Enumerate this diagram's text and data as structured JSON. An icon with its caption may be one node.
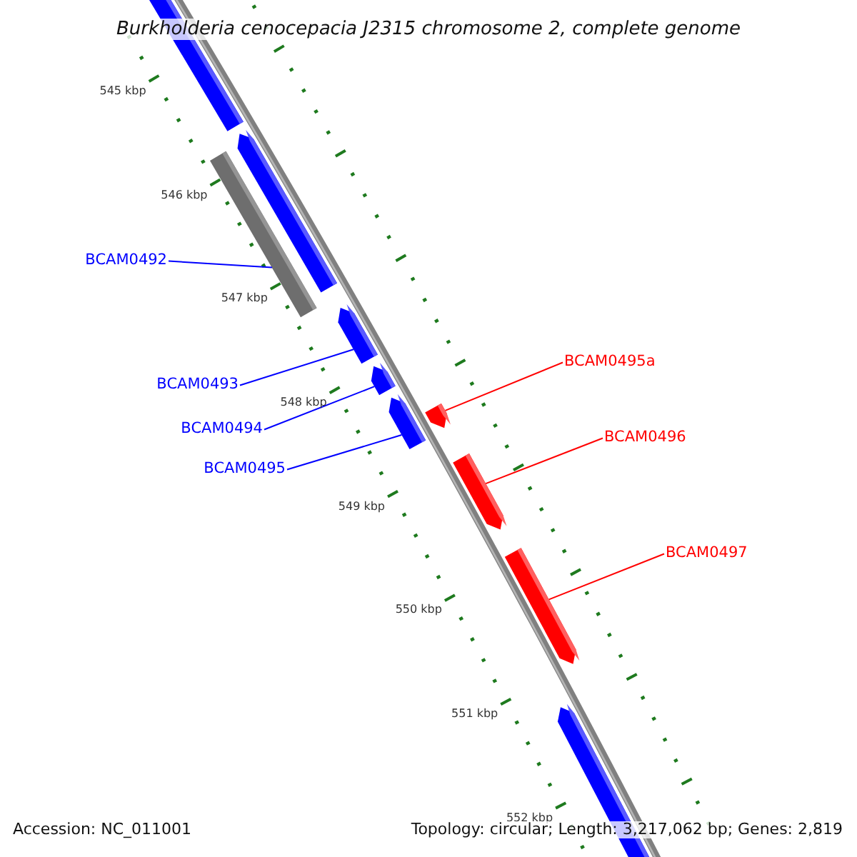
{
  "diagram": {
    "title": "Burkholderia cenocepacia J2315 chromosome 2, complete genome",
    "nodes": [
      {
        "text": [
          "BCAM0492"
        ]
      },
      {
        "text": [
          "BCAM0493"
        ]
      },
      {
        "text": [
          "BCAM0494"
        ]
      },
      {
        "text": [
          "BCAM0495"
        ]
      },
      {
        "text": [
          "BCAM0495a"
        ]
      },
      {
        "text": [
          "BCAM0496"
        ]
      },
      {
        "text": [
          "BCAM0497"
        ]
      },
      {
        "text": [],
        "shape": "bar"
      },
      {
        "text": [],
        "shape": "bar"
      },
      {
        "text": [],
        "shape": "bar"
      },
      {
        "text": [],
        "shape": "bar"
      },
      {
        "text": [],
        "shape": "bar"
      },
      {
        "text": [],
        "shape": "bar"
      },
      {
        "text": [],
        "shape": "bar"
      }
    ],
    "edges": [
      {
        "from": 0,
        "to": 7,
        "arrow": "none"
      },
      {
        "from": 1,
        "to": 8,
        "arrow": "none"
      },
      {
        "from": 2,
        "to": 9,
        "arrow": "none"
      },
      {
        "from": 3,
        "to": 10,
        "arrow": "none"
      },
      {
        "from": 4,
        "to": 11,
        "arrow": "none",
        "color": "#ff0000"
      },
      {
        "from": 5,
        "to": 12,
        "arrow": "none",
        "color": "#ff0000"
      },
      {
        "from": 6,
        "to": 13,
        "arrow": "none",
        "color": "#ff0000"
      }
    ],
    "labels": [
      "545 kbp",
      "546 kbp",
      "547 kbp",
      "548 kbp",
      "549 kbp",
      "550 kbp",
      "551 kbp",
      "552 kbp",
      "Accession: NC_011001",
      "Topology: circular; Length: 3,217,062 bp; Genes: 2,819"
    ]
  }
}
